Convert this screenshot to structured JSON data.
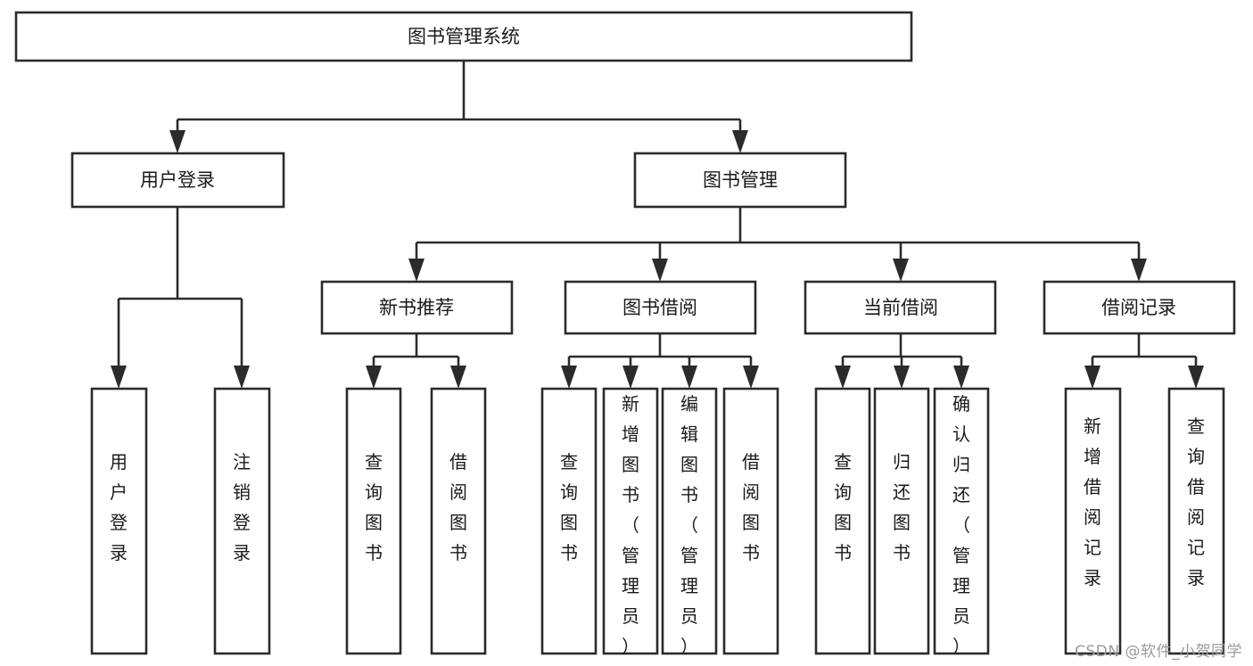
{
  "diagram": {
    "type": "tree",
    "title": "图书管理系统",
    "watermark": "CSDN @软件_小贺同学",
    "root": {
      "id": "root",
      "label": "图书管理系统",
      "orientation": "horizontal"
    },
    "level2": [
      {
        "id": "user-login",
        "label": "用户登录",
        "orientation": "horizontal"
      },
      {
        "id": "book-manage",
        "label": "图书管理",
        "orientation": "horizontal"
      }
    ],
    "level3": [
      {
        "id": "new-book-recommend",
        "label": "新书推荐",
        "parent": "book-manage",
        "orientation": "horizontal"
      },
      {
        "id": "book-borrow",
        "label": "图书借阅",
        "parent": "book-manage",
        "orientation": "horizontal"
      },
      {
        "id": "current-borrow",
        "label": "当前借阅",
        "parent": "book-manage",
        "orientation": "horizontal"
      },
      {
        "id": "borrow-record",
        "label": "借阅记录",
        "parent": "book-manage",
        "orientation": "horizontal"
      }
    ],
    "leaves": [
      {
        "id": "leaf-user-login",
        "label": "用户登录",
        "parent": "user-login",
        "orientation": "vertical"
      },
      {
        "id": "leaf-logout",
        "label": "注销登录",
        "parent": "user-login",
        "orientation": "vertical"
      },
      {
        "id": "leaf-query-book-1",
        "label": "查询图书",
        "parent": "new-book-recommend",
        "orientation": "vertical"
      },
      {
        "id": "leaf-borrow-book-1",
        "label": "借阅图书",
        "parent": "new-book-recommend",
        "orientation": "vertical"
      },
      {
        "id": "leaf-query-book-2",
        "label": "查询图书",
        "parent": "book-borrow",
        "orientation": "vertical"
      },
      {
        "id": "leaf-add-book",
        "label": "新增图书（管理员）",
        "parent": "book-borrow",
        "orientation": "vertical"
      },
      {
        "id": "leaf-edit-book",
        "label": "编辑图书（管理员）",
        "parent": "book-borrow",
        "orientation": "vertical"
      },
      {
        "id": "leaf-borrow-book-2",
        "label": "借阅图书",
        "parent": "book-borrow",
        "orientation": "vertical"
      },
      {
        "id": "leaf-query-book-3",
        "label": "查询图书",
        "parent": "current-borrow",
        "orientation": "vertical"
      },
      {
        "id": "leaf-return-book",
        "label": "归还图书",
        "parent": "current-borrow",
        "orientation": "vertical"
      },
      {
        "id": "leaf-confirm-return",
        "label": "确认归还（管理员）",
        "parent": "current-borrow",
        "orientation": "vertical"
      },
      {
        "id": "leaf-add-record",
        "label": "新增借阅记录",
        "parent": "borrow-record",
        "orientation": "vertical"
      },
      {
        "id": "leaf-query-record",
        "label": "查询借阅记录",
        "parent": "borrow-record",
        "orientation": "vertical"
      }
    ],
    "colors": {
      "box_stroke": "#2b2b2b",
      "box_fill": "#ffffff",
      "text": "#1a1a1a",
      "background": "#ffffff",
      "watermark": "#9a9a9a"
    }
  }
}
